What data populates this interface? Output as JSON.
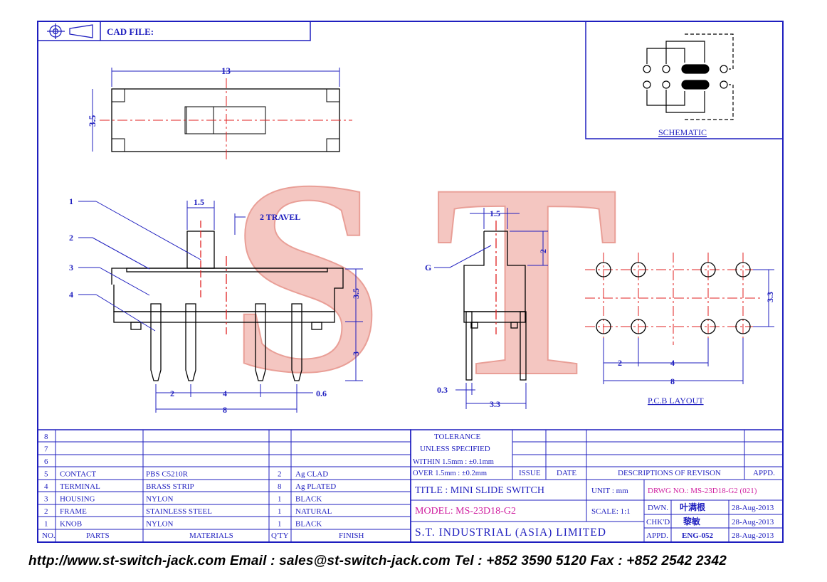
{
  "header": {
    "cad_file_label": "CAD FILE:"
  },
  "schematic": {
    "label": "SCHEMATIC"
  },
  "dims_top": {
    "d13": "13",
    "d35": "3.5"
  },
  "front_view": {
    "callouts": [
      "1",
      "2",
      "3",
      "4"
    ],
    "d15": "1.5",
    "travel": "2 TRAVEL",
    "d35": "3.5",
    "d3": "3",
    "d2": "2",
    "d4": "4",
    "d8": "8",
    "d06": "0.6"
  },
  "side_view": {
    "g": "G",
    "d15": "1.5",
    "d2": "2",
    "d03": "0.3",
    "d33": "3.3"
  },
  "pcb": {
    "d33": "3.3",
    "d2": "2",
    "d4": "4",
    "d8": "8",
    "label": "P.C.B LAYOUT"
  },
  "parts_table": {
    "header": {
      "no": "NO.",
      "parts": "PARTS",
      "materials": "MATERIALS",
      "qty": "Q'TY",
      "finish": "FINISH"
    },
    "rows": [
      {
        "no": "8",
        "part": "",
        "material": "",
        "qty": "",
        "finish": ""
      },
      {
        "no": "7",
        "part": "",
        "material": "",
        "qty": "",
        "finish": ""
      },
      {
        "no": "6",
        "part": "",
        "material": "",
        "qty": "",
        "finish": ""
      },
      {
        "no": "5",
        "part": "CONTACT",
        "material": "PBS C5210R",
        "qty": "2",
        "finish": "Ag CLAD"
      },
      {
        "no": "4",
        "part": "TERMINAL",
        "material": "BRASS STRIP",
        "qty": "8",
        "finish": "Ag PLATED"
      },
      {
        "no": "3",
        "part": "HOUSING",
        "material": "NYLON",
        "qty": "1",
        "finish": "BLACK"
      },
      {
        "no": "2",
        "part": "FRAME",
        "material": "STAINLESS STEEL",
        "qty": "1",
        "finish": "NATURAL"
      },
      {
        "no": "1",
        "part": "KNOB",
        "material": "NYLON",
        "qty": "1",
        "finish": "BLACK"
      }
    ]
  },
  "tolerance": {
    "title1": "TOLERANCE",
    "title2": "UNLESS  SPECIFIED",
    "within": "WITHIN  1.5mm : ±0.1mm",
    "over": "OVER    1.5mm : ±0.2mm"
  },
  "revision": {
    "issue": "ISSUE",
    "date": "DATE",
    "desc": "DESCRIPTIONS OF REVISON",
    "appd": "APPD."
  },
  "title_block": {
    "title": "TITLE : MINI SLIDE SWITCH",
    "model": "MODEL: MS-23D18-G2",
    "company": "S.T. INDUSTRIAL (ASIA) LIMITED",
    "unit": "UNIT :   mm",
    "scale": "SCALE:  1:1",
    "drwg": "DRWG NO.: MS-23D18-G2 (021)",
    "dwn_label": "DWN.",
    "dwn_name": "叶满根",
    "dwn_date": "28-Aug-2013",
    "chk_label": "CHK'D",
    "chk_name": "黎敏",
    "chk_date": "28-Aug-2013",
    "appd_label": "APPD.",
    "appd_name": "ENG-052",
    "appd_date": "28-Aug-2013"
  },
  "watermark": {
    "text": "ST",
    "color": "#f2b8b2"
  },
  "colors": {
    "border": "#1f1fbf",
    "centerline": "#e02020",
    "model": "#d020a0"
  },
  "footer": "http://www.st-switch-jack.com  Email : sales@st-switch-jack.com  Tel : +852 3590 5120  Fax : +852 2542 2342"
}
